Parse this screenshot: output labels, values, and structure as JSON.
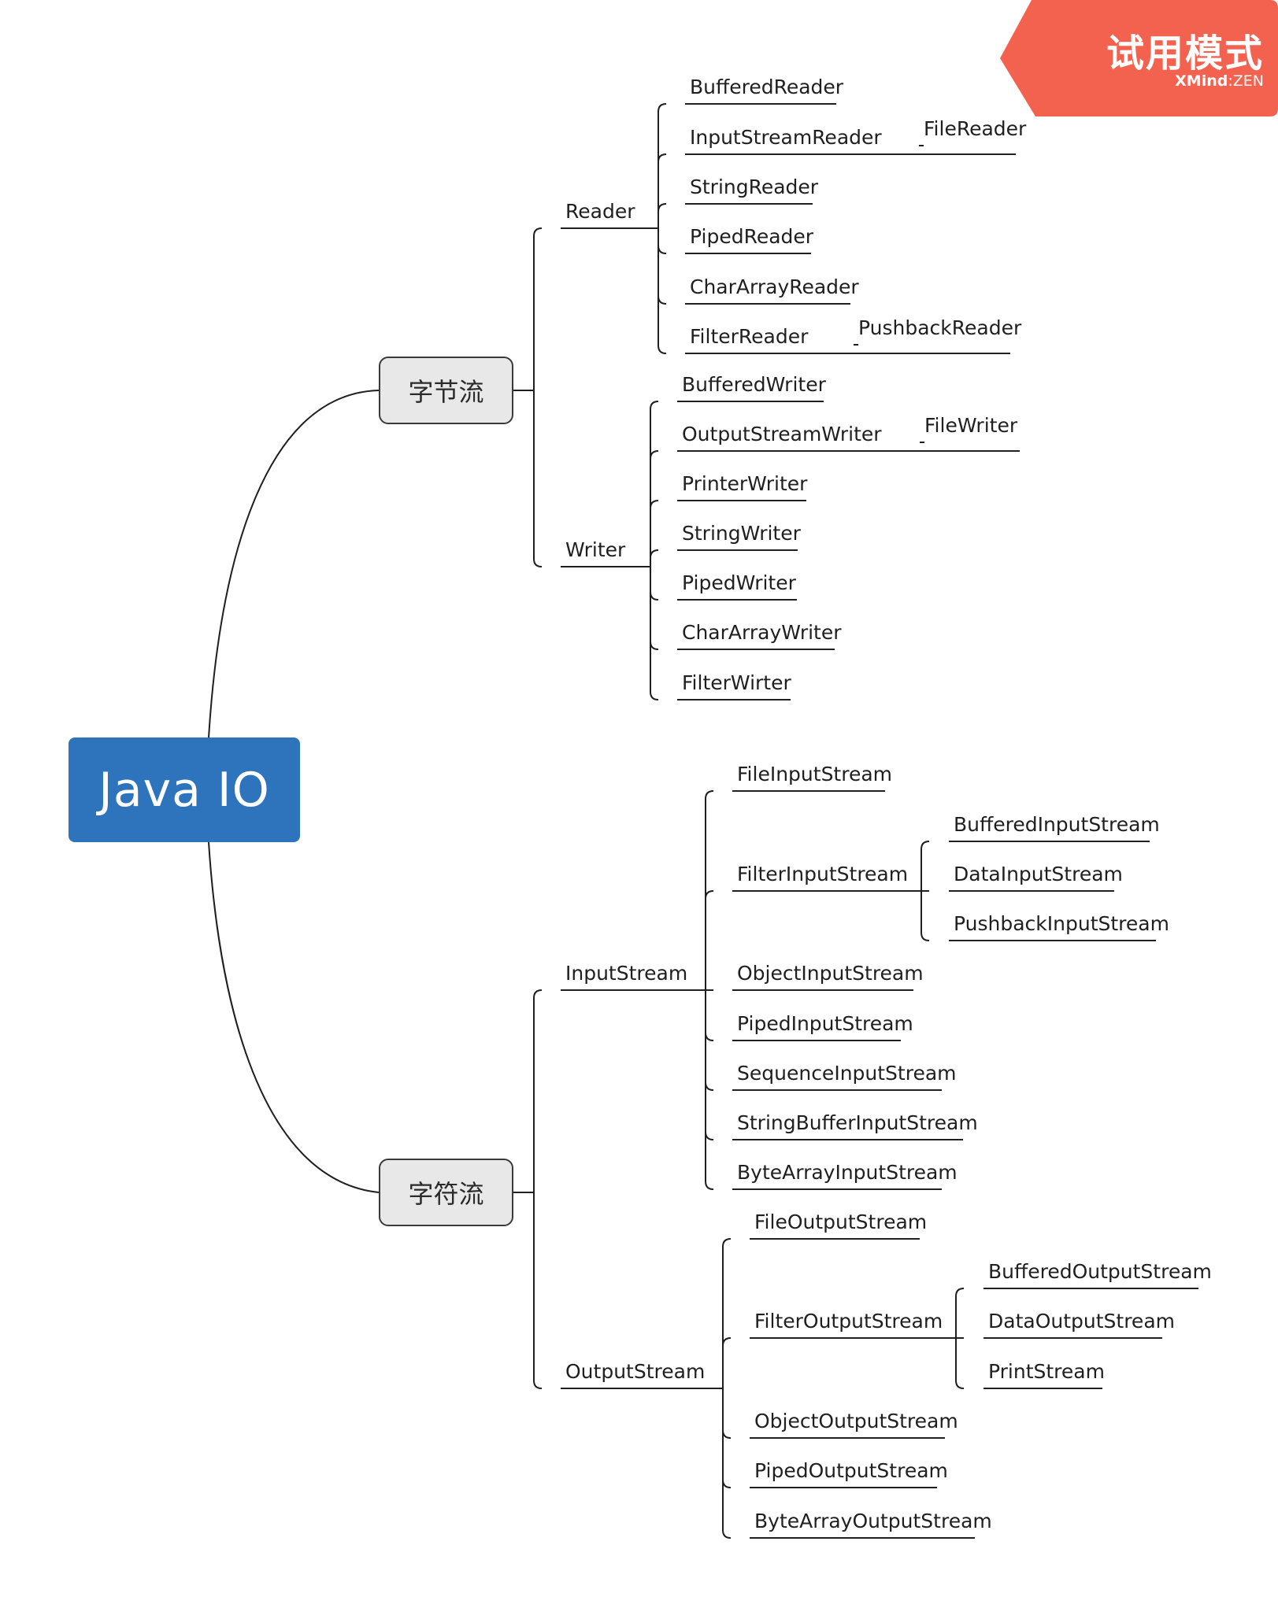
{
  "root": {
    "label": "Java IO"
  },
  "watermark": {
    "title": "试用模式",
    "brand": "XMind",
    "separator": ":",
    "edition": "ZEN",
    "color": "#f2624f"
  },
  "colors": {
    "root_fill": "#2d74bd",
    "main_fill": "#e8e8e8",
    "line": "#1f1f1f"
  },
  "branches": [
    {
      "label": "字节流",
      "children": [
        {
          "label": "Reader",
          "children": [
            {
              "label": "BufferedReader"
            },
            {
              "label": "InputStreamReader",
              "children": [
                {
                  "label": "FileReader"
                }
              ]
            },
            {
              "label": "StringReader"
            },
            {
              "label": "PipedReader"
            },
            {
              "label": "CharArrayReader"
            },
            {
              "label": "FilterReader",
              "children": [
                {
                  "label": "PushbackReader"
                }
              ]
            }
          ]
        },
        {
          "label": "Writer",
          "children": [
            {
              "label": "BufferedWriter"
            },
            {
              "label": "OutputStreamWriter",
              "children": [
                {
                  "label": "FileWriter"
                }
              ]
            },
            {
              "label": "PrinterWriter"
            },
            {
              "label": "StringWriter"
            },
            {
              "label": "PipedWriter"
            },
            {
              "label": "CharArrayWriter"
            },
            {
              "label": "FilterWirter"
            }
          ]
        }
      ]
    },
    {
      "label": "字符流",
      "children": [
        {
          "label": "InputStream",
          "children": [
            {
              "label": "FileInputStream"
            },
            {
              "label": "FilterInputStream",
              "children": [
                {
                  "label": "BufferedInputStream"
                },
                {
                  "label": "DataInputStream"
                },
                {
                  "label": "PushbackInputStream"
                }
              ]
            },
            {
              "label": "ObjectInputStream"
            },
            {
              "label": "PipedInputStream"
            },
            {
              "label": "SequenceInputStream"
            },
            {
              "label": "StringBufferInputStream"
            },
            {
              "label": "ByteArrayInputStream"
            }
          ]
        },
        {
          "label": "OutputStream",
          "children": [
            {
              "label": "FileOutputStream"
            },
            {
              "label": "FilterOutputStream",
              "children": [
                {
                  "label": "BufferedOutputStream"
                },
                {
                  "label": "DataOutputStream"
                },
                {
                  "label": "PrintStream"
                }
              ]
            },
            {
              "label": "ObjectOutputStream"
            },
            {
              "label": "PipedOutputStream"
            },
            {
              "label": "ByteArrayOutputStream"
            }
          ]
        }
      ]
    }
  ]
}
